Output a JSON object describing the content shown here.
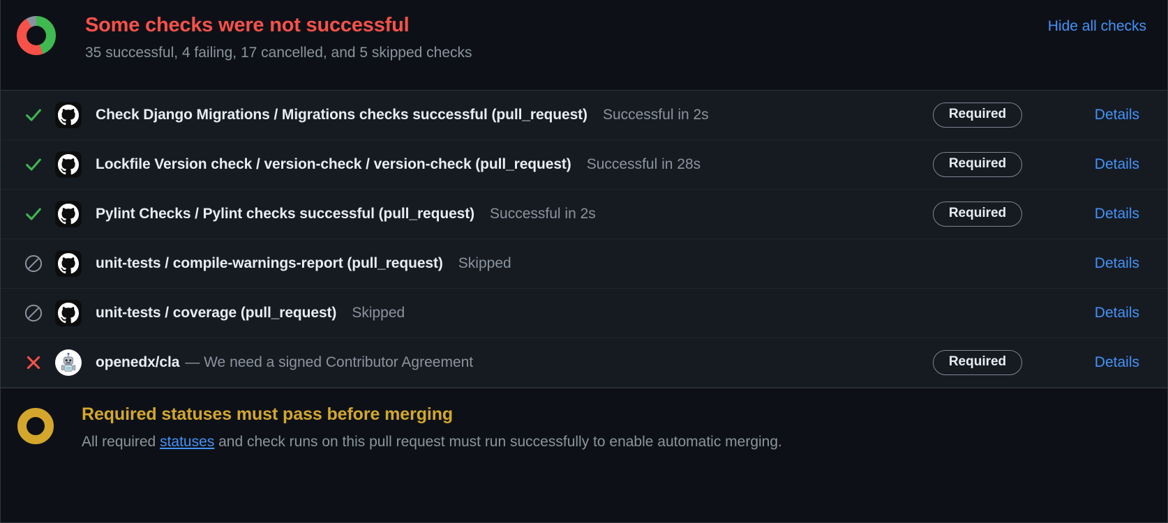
{
  "header": {
    "title": "Some checks were not successful",
    "subtitle": "35 successful, 4 failing, 17 cancelled, and 5 skipped checks",
    "hide_all_label": "Hide all checks",
    "donut": {
      "successful": 35,
      "failing": 4,
      "cancelled": 17,
      "skipped": 5,
      "colors": {
        "success": "#3fb950",
        "failure": "#f85149",
        "skipped": "#8b949e"
      }
    }
  },
  "checks": [
    {
      "status_icon": "check-icon",
      "avatar": "github-actions-avatar",
      "name": "Check Django Migrations / Migrations checks successful (pull_request)",
      "description": "",
      "status_text": "Successful in 2s",
      "required_label": "Required",
      "details_label": "Details"
    },
    {
      "status_icon": "check-icon",
      "avatar": "github-actions-avatar",
      "name": "Lockfile Version check / version-check / version-check (pull_request)",
      "description": "",
      "status_text": "Successful in 28s",
      "required_label": "Required",
      "details_label": "Details"
    },
    {
      "status_icon": "check-icon",
      "avatar": "github-actions-avatar",
      "name": "Pylint Checks / Pylint checks successful (pull_request)",
      "description": "",
      "status_text": "Successful in 2s",
      "required_label": "Required",
      "details_label": "Details"
    },
    {
      "status_icon": "skip-icon",
      "avatar": "github-actions-avatar",
      "name": "unit-tests / compile-warnings-report (pull_request)",
      "description": "",
      "status_text": "Skipped",
      "required_label": "",
      "details_label": "Details"
    },
    {
      "status_icon": "skip-icon",
      "avatar": "github-actions-avatar",
      "name": "unit-tests / coverage (pull_request)",
      "description": "",
      "status_text": "Skipped",
      "required_label": "",
      "details_label": "Details"
    },
    {
      "status_icon": "x-icon",
      "avatar": "bot-avatar",
      "name": "openedx/cla",
      "description": "— We need a signed Contributor Agreement",
      "status_text": "",
      "required_label": "Required",
      "details_label": "Details"
    }
  ],
  "footer": {
    "title": "Required statuses must pass before merging",
    "desc_before": "All required ",
    "desc_link": "statuses",
    "desc_after": " and check runs on this pull request must run successfully to enable automatic merging.",
    "accent_color": "#d4a72c"
  }
}
